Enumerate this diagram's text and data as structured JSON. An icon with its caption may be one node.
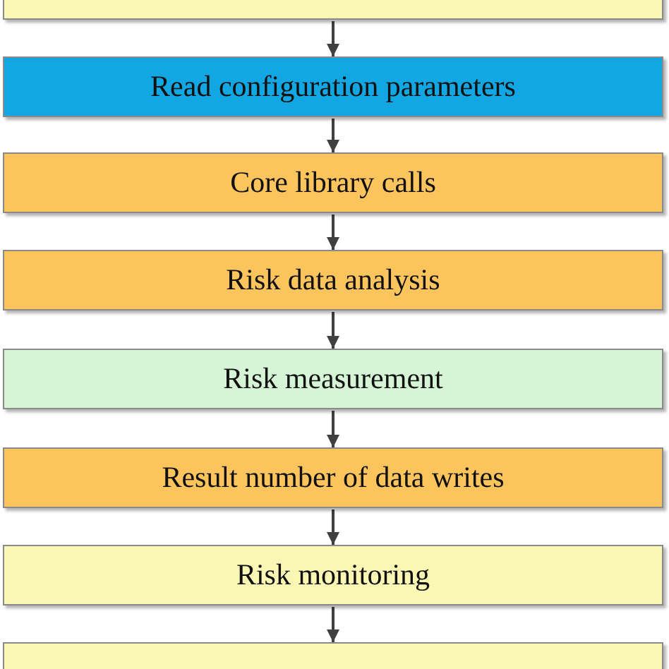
{
  "diagram": {
    "nodes": [
      {
        "text": [],
        "shape": "box"
      },
      {
        "text": [
          "Read configuration parameters"
        ]
      },
      {
        "text": [
          "Core library calls"
        ]
      },
      {
        "text": [
          "Risk data analysis"
        ]
      },
      {
        "text": [
          "Risk measurement"
        ]
      },
      {
        "text": [
          "Result number of data writes"
        ]
      },
      {
        "text": [
          "Risk monitoring"
        ]
      },
      {
        "text": [],
        "shape": "box"
      }
    ],
    "edges": [
      {
        "from": 0,
        "to": 1,
        "arrow": "to"
      },
      {
        "from": 1,
        "to": 2,
        "arrow": "to"
      },
      {
        "from": 2,
        "to": 3,
        "arrow": "to"
      },
      {
        "from": 3,
        "to": 4,
        "arrow": "to"
      },
      {
        "from": 4,
        "to": 5,
        "arrow": "to"
      },
      {
        "from": 5,
        "to": 6,
        "arrow": "to"
      },
      {
        "from": 6,
        "to": 7,
        "arrow": "to"
      }
    ]
  }
}
